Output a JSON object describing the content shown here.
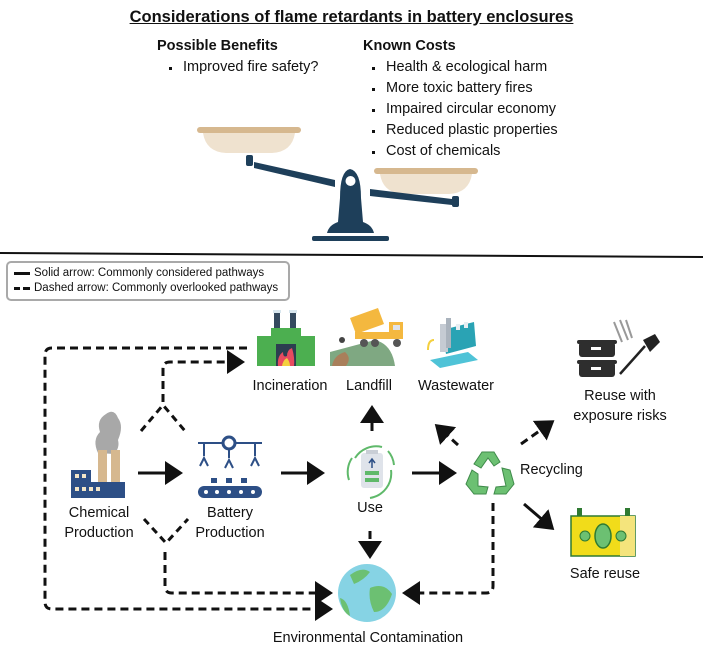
{
  "title": "Considerations of flame retardants in battery enclosures",
  "benefits": {
    "heading": "Possible Benefits",
    "items": [
      "Improved fire safety?"
    ]
  },
  "costs": {
    "heading": "Known Costs",
    "items": [
      "Health & ecological harm",
      "More toxic battery fires",
      "Impaired circular economy",
      "Reduced plastic properties",
      "Cost of chemicals"
    ]
  },
  "scale": {
    "icon": "balance-scale-icon",
    "tilt": "costs side heavier (down)",
    "colors": {
      "beam": "#1e3f5a",
      "pan_rim": "#d6b88f",
      "pan_bowl": "#efe2cf"
    }
  },
  "legend": {
    "solid": "Solid arrow: Commonly considered pathways",
    "dashed": "Dashed arrow: Commonly overlooked pathways"
  },
  "nodes": {
    "chemical_production": {
      "line1": "Chemical",
      "line2": "Production",
      "icon": "factory-icon"
    },
    "battery_production": {
      "line1": "Battery",
      "line2": "Production",
      "icon": "assembly-line-icon"
    },
    "use": {
      "label": "Use",
      "icon": "battery-cycle-icon"
    },
    "recycling": {
      "label": "Recycling",
      "icon": "recycle-icon"
    },
    "incineration": {
      "label": "Incineration",
      "icon": "incinerator-icon"
    },
    "landfill": {
      "label": "Landfill",
      "icon": "dump-truck-icon"
    },
    "wastewater": {
      "label": "Wastewater",
      "icon": "water-treatment-icon"
    },
    "reuse_exposure": {
      "line1": "Reuse with",
      "line2": "exposure risks",
      "icon": "food-containers-utensils-icon"
    },
    "safe_reuse": {
      "label": "Safe reuse",
      "icon": "eco-battery-icon"
    },
    "environment": {
      "label": "Environmental Contamination",
      "icon": "globe-icon"
    }
  },
  "colors": {
    "green": "#5fb96a",
    "navy": "#2d4f86",
    "tan": "#d6b88f"
  }
}
